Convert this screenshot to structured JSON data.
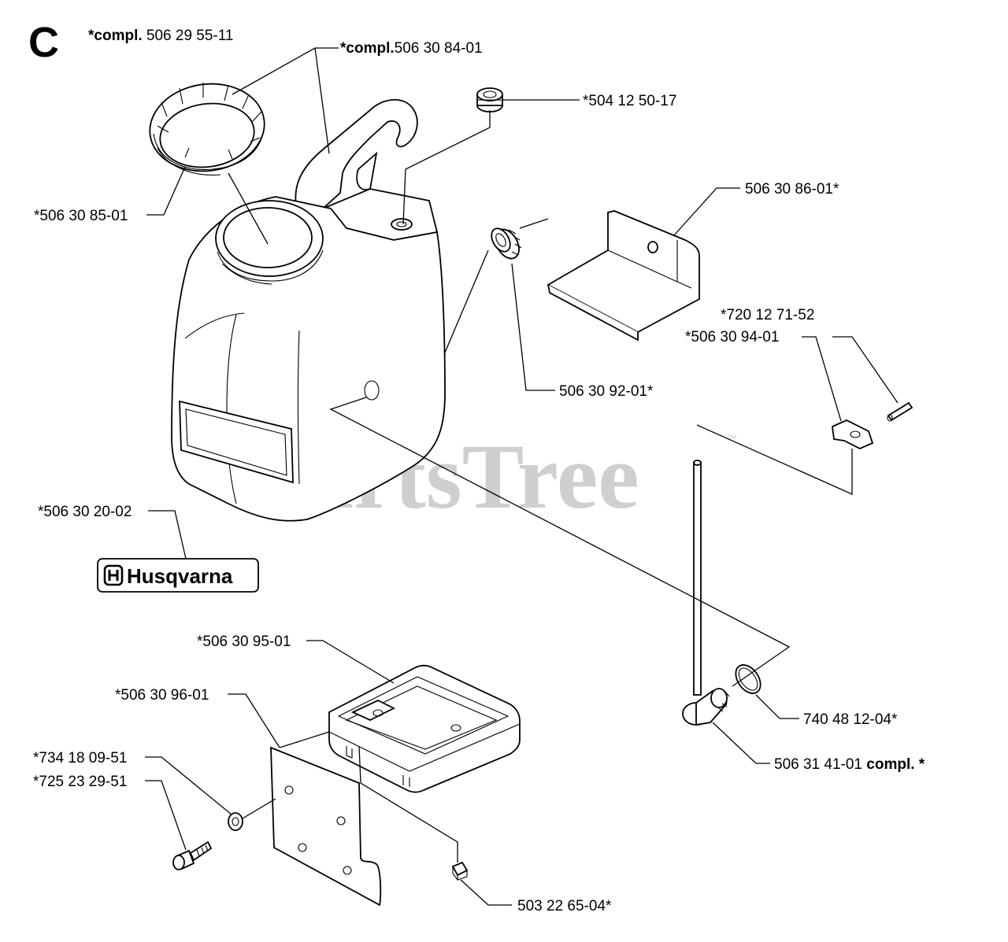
{
  "section_letter": "C",
  "watermark": {
    "text": "PartsTree",
    "tm": "™"
  },
  "brand_decal": {
    "text": "Husqvarna"
  },
  "labels": {
    "tank_compl_prefix": "*compl.",
    "tank_compl_number": " 506 29 55-11",
    "cap_compl_prefix": "*compl.",
    "cap_compl_number": "506 30 84-01",
    "grommet": "*504 12 50-17",
    "cap": "*506 30 85-01",
    "bracket": "506 30 86-01*",
    "nut": "506 30 92-01*",
    "pin": "*720 12 71-52",
    "clip": "*506 30 94-01",
    "decal": "*506 30 20-02",
    "cover": "*506 30 95-01",
    "plate": "*506 30 96-01",
    "washer": "*734 18 09-51",
    "screw": "*725 23 29-51",
    "oring": "740 48 12-04*",
    "pickup_number": "506 31 41-01 ",
    "pickup_compl": "compl. *",
    "square_nut": "503 22 65-04*"
  }
}
